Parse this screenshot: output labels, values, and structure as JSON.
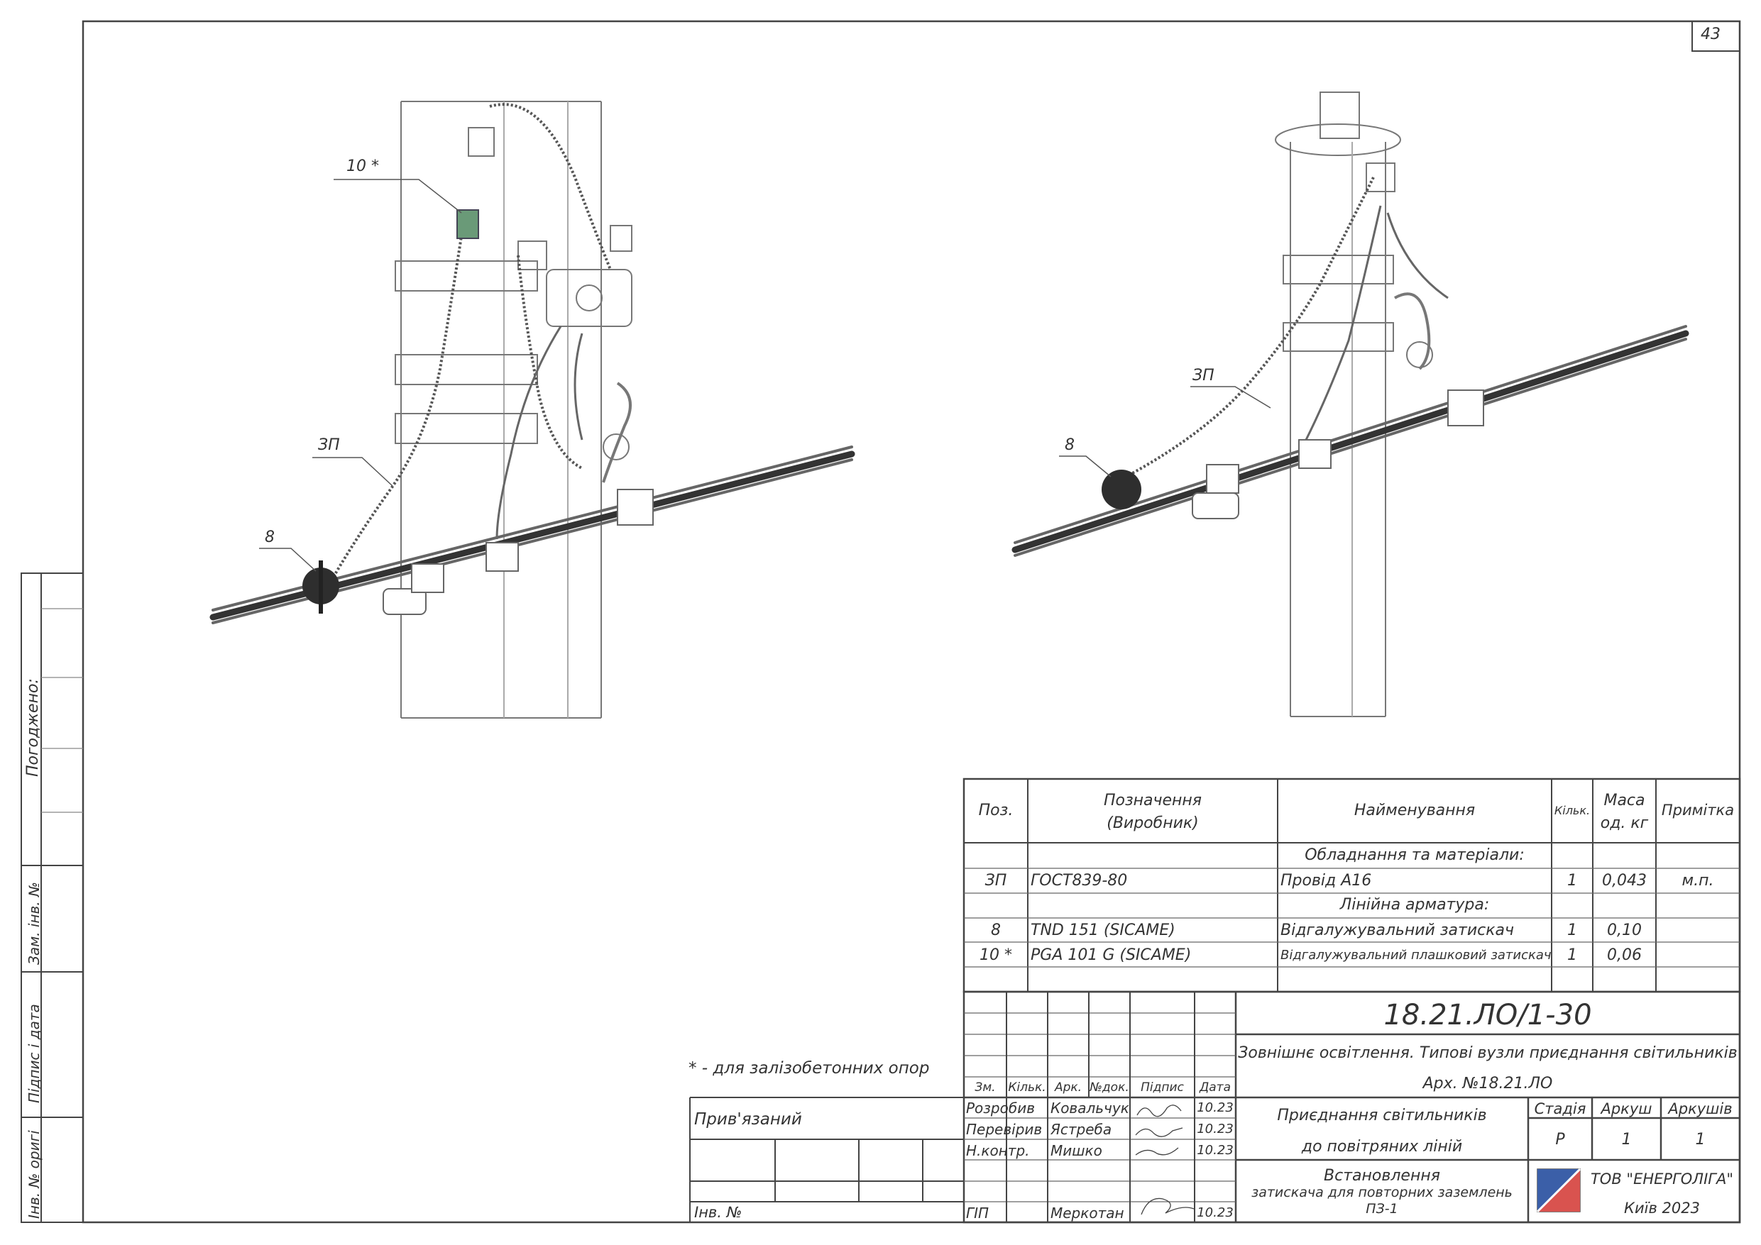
{
  "sheet_number": "43",
  "callouts": {
    "left": {
      "pos10": "10 *",
      "zp": "ЗП",
      "pos8": "8"
    },
    "right": {
      "zp": "ЗП",
      "pos8": "8"
    }
  },
  "side_labels": {
    "agreed": "Погоджено:",
    "replace_inv": "Зам. інв. №",
    "sign_date": "Підпис і дата",
    "orig_inv": "Інв. № оригі"
  },
  "note": "* - для залізобетонних опор",
  "spec_table": {
    "headers": {
      "pos": "Поз.",
      "designation_line1": "Позначення",
      "designation_line2": "(Виробник)",
      "name": "Найменування",
      "qty": "Кільк.",
      "mass_line1": "Маса",
      "mass_line2": "од. кг",
      "note": "Примітка"
    },
    "sections": {
      "equipment": "Обладнання та матеріали:",
      "fittings": "Лінійна арматура:"
    },
    "rows": [
      {
        "pos": "ЗП",
        "designation": "ГОСТ839-80",
        "name": "Провід А16",
        "qty": "1",
        "mass": "0,043",
        "note": "м.п."
      },
      {
        "pos": "8",
        "designation": "TND 151  (SICAME)",
        "name": "Відгалужувальний затискач",
        "qty": "1",
        "mass": "0,10",
        "note": ""
      },
      {
        "pos": "10 *",
        "designation": "PGA  101 G  (SICAME)",
        "name": "Відгалужувальний плашковий затискач",
        "qty": "1",
        "mass": "0,06",
        "note": ""
      }
    ]
  },
  "title_block": {
    "doc_code": "18.21.ЛО/1-30",
    "project_title": "Зовнішнє освітлення. Типові вузли приєднання світильників",
    "archive": "Арх. №18.21.ЛО",
    "linked": "Прив'язаний",
    "inv_no": "Інв. №",
    "col_headers": {
      "zm": "Зм.",
      "qty": "Кільк.",
      "ark": "Арк.",
      "docno": "№док.",
      "sign": "Підпис",
      "date": "Дата"
    },
    "people": [
      {
        "role": "Розробив",
        "name": "Ковальчук",
        "date": "10.23"
      },
      {
        "role": "Перевірив",
        "name": "Ястреба",
        "date": "10.23"
      },
      {
        "role": "Н.контр.",
        "name": "Мишко",
        "date": "10.23"
      },
      {
        "role": "ГІП",
        "name": "Меркотан",
        "date": "10.23"
      }
    ],
    "sheet_title_line1": "Приєднання світильників",
    "sheet_title_line2": "до повітряних ліній",
    "drawing_title_line1": "Встановлення",
    "drawing_title_line2": "затискача для повторних заземлень",
    "drawing_title_line3": "ПЗ-1",
    "stage_label": "Стадія",
    "sheet_label": "Аркуш",
    "sheets_label": "Аркушів",
    "stage": "Р",
    "sheet": "1",
    "sheets": "1",
    "company": "ТОВ \"ЕНЕРГОЛІГА\"",
    "city_year": "Київ 2023"
  }
}
